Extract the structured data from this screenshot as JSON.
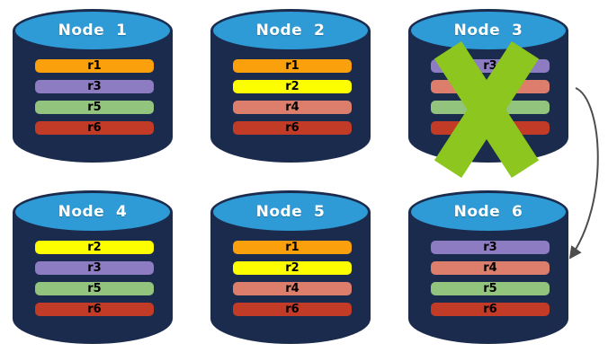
{
  "diagram": {
    "description": "Database replication cluster with failed node",
    "background": "#ffffff"
  },
  "colors": {
    "cylinder_body": "#1B2B4D",
    "cylinder_top": "#2E9BD6",
    "title_text": "#ffffff",
    "bar_text": "#000000",
    "x_mark": "#8CC61E",
    "arrow": "#4D4D4D",
    "replicas": {
      "r1": "#F9A00C",
      "r2": "#FDFF00",
      "r3": "#8E7CC3",
      "r4": "#DC7E6B",
      "r5": "#93C47D",
      "r6": "#C13B27"
    }
  },
  "nodes": [
    {
      "id": "node-1",
      "label": "Node  1",
      "replicas": [
        "r1",
        "r3",
        "r5",
        "r6"
      ],
      "failed": false
    },
    {
      "id": "node-2",
      "label": "Node  2",
      "replicas": [
        "r1",
        "r2",
        "r4",
        "r6"
      ],
      "failed": false
    },
    {
      "id": "node-3",
      "label": "Node  3",
      "replicas": [
        "r3",
        "r4",
        "r5",
        "r6"
      ],
      "failed": true
    },
    {
      "id": "node-4",
      "label": "Node  4",
      "replicas": [
        "r2",
        "r3",
        "r5",
        "r6"
      ],
      "failed": false
    },
    {
      "id": "node-5",
      "label": "Node  5",
      "replicas": [
        "r1",
        "r2",
        "r4",
        "r6"
      ],
      "failed": false
    },
    {
      "id": "node-6",
      "label": "Node  6",
      "replicas": [
        "r3",
        "r4",
        "r5",
        "r6"
      ],
      "failed": false
    }
  ],
  "arrow": {
    "from_node": "Node 3",
    "to_node": "Node 6"
  }
}
